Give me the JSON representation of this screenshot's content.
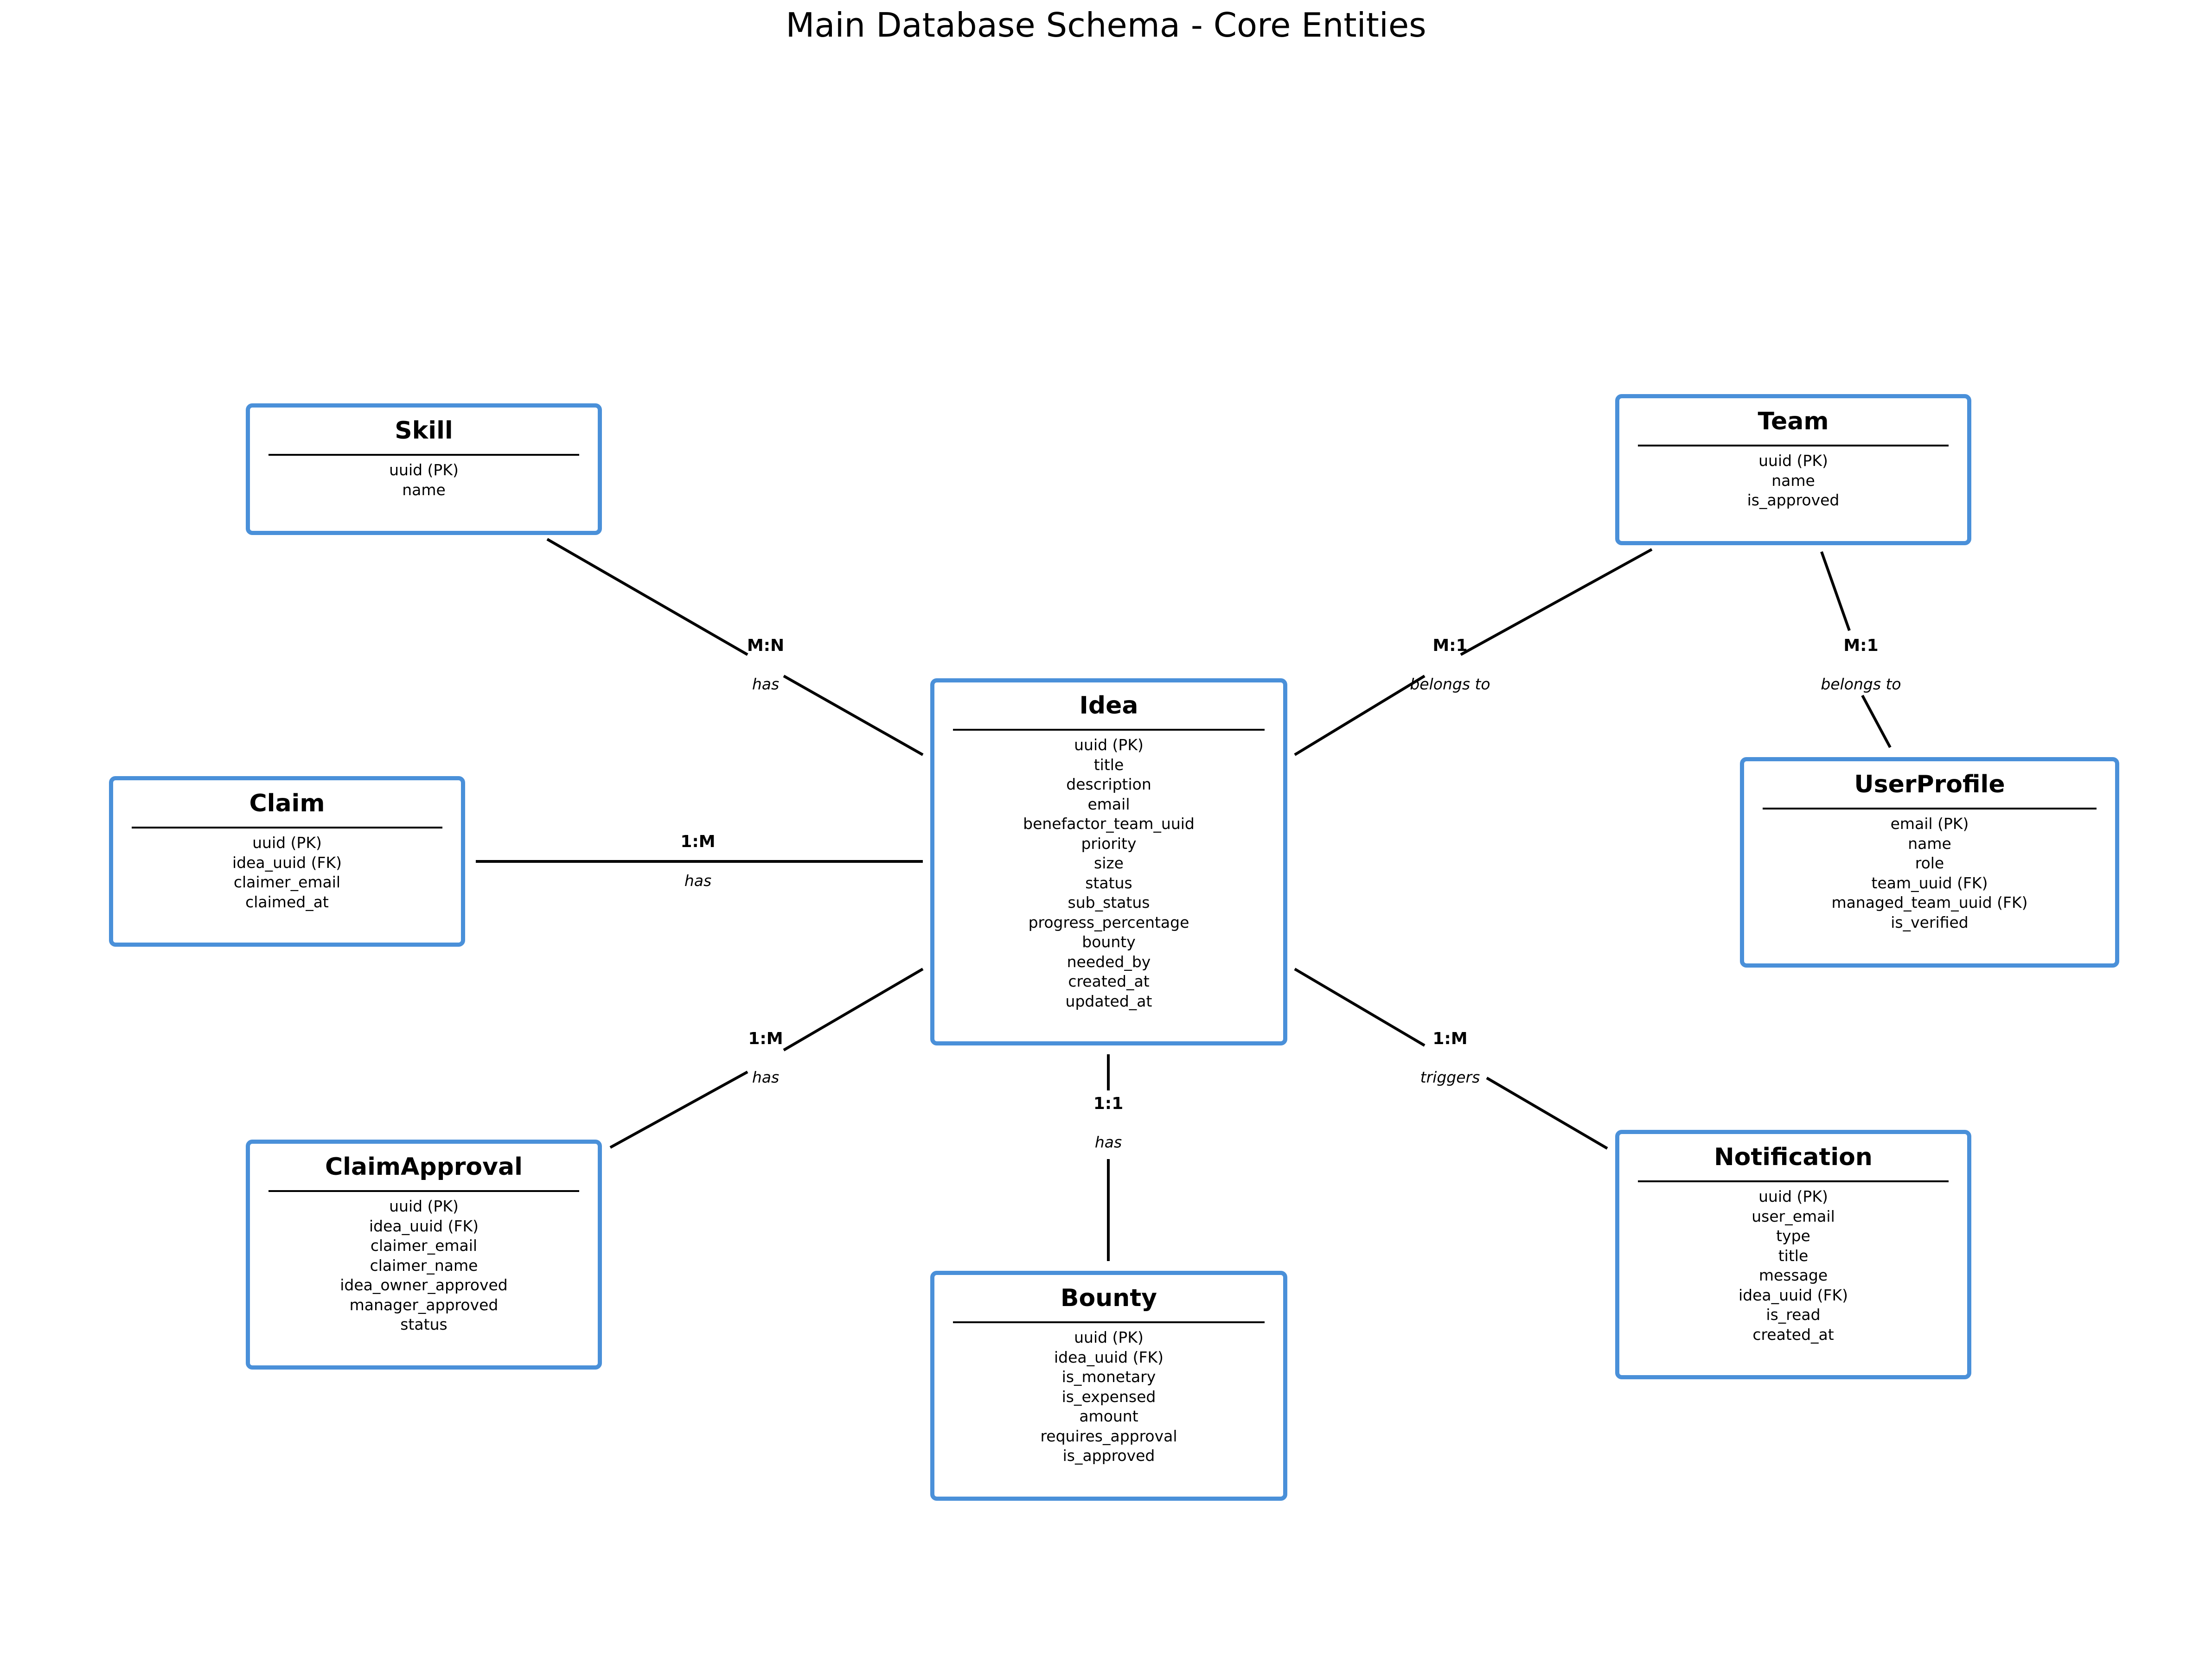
{
  "title": "Main Database Schema - Core Entities",
  "colors": {
    "entity_border": "#4a90d9",
    "line": "#000000",
    "background": "#ffffff"
  },
  "entities": {
    "skill": {
      "name": "Skill",
      "attributes": [
        "uuid (PK)",
        "name"
      ]
    },
    "team": {
      "name": "Team",
      "attributes": [
        "uuid (PK)",
        "name",
        "is_approved"
      ]
    },
    "idea": {
      "name": "Idea",
      "attributes": [
        "uuid (PK)",
        "title",
        "description",
        "email",
        "benefactor_team_uuid",
        "priority",
        "size",
        "status",
        "sub_status",
        "progress_percentage",
        "bounty",
        "needed_by",
        "created_at",
        "updated_at"
      ]
    },
    "claim": {
      "name": "Claim",
      "attributes": [
        "uuid (PK)",
        "idea_uuid (FK)",
        "claimer_email",
        "claimed_at"
      ]
    },
    "userprofile": {
      "name": "UserProfile",
      "attributes": [
        "email (PK)",
        "name",
        "role",
        "team_uuid (FK)",
        "managed_team_uuid (FK)",
        "is_verified"
      ]
    },
    "claimapproval": {
      "name": "ClaimApproval",
      "attributes": [
        "uuid (PK)",
        "idea_uuid (FK)",
        "claimer_email",
        "claimer_name",
        "idea_owner_approved",
        "manager_approved",
        "status"
      ]
    },
    "bounty": {
      "name": "Bounty",
      "attributes": [
        "uuid (PK)",
        "idea_uuid (FK)",
        "is_monetary",
        "is_expensed",
        "amount",
        "requires_approval",
        "is_approved"
      ]
    },
    "notification": {
      "name": "Notification",
      "attributes": [
        "uuid (PK)",
        "user_email",
        "type",
        "title",
        "message",
        "idea_uuid (FK)",
        "is_read",
        "created_at"
      ]
    }
  },
  "relationships": [
    {
      "id": "idea-skill",
      "from": "Idea",
      "to": "Skill",
      "cardinality": "M:N",
      "label": "has"
    },
    {
      "id": "idea-team",
      "from": "Idea",
      "to": "Team",
      "cardinality": "M:1",
      "label": "belongs to"
    },
    {
      "id": "userprofile-team",
      "from": "UserProfile",
      "to": "Team",
      "cardinality": "M:1",
      "label": "belongs to"
    },
    {
      "id": "idea-claim",
      "from": "Idea",
      "to": "Claim",
      "cardinality": "1:M",
      "label": "has"
    },
    {
      "id": "idea-claimapproval",
      "from": "Idea",
      "to": "ClaimApproval",
      "cardinality": "1:M",
      "label": "has"
    },
    {
      "id": "idea-bounty",
      "from": "Idea",
      "to": "Bounty",
      "cardinality": "1:1",
      "label": "has"
    },
    {
      "id": "idea-notification",
      "from": "Idea",
      "to": "Notification",
      "cardinality": "1:M",
      "label": "triggers"
    }
  ]
}
